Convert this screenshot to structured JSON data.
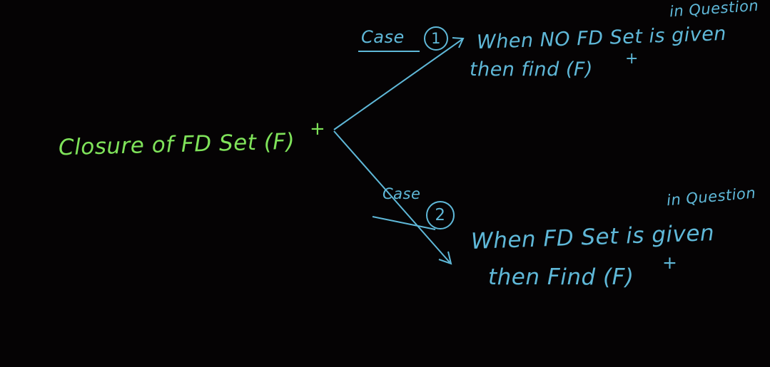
{
  "colors": {
    "background": "#050304",
    "root_ink": "#7fe35a",
    "branch_ink": "#5fb8d8"
  },
  "root": {
    "label": "Closure of FD Set (F)",
    "superscript": "+"
  },
  "case1": {
    "label": "Case",
    "number": "1",
    "line1": "When  NO FD Set is given",
    "note": "in Question",
    "line2": "then find (F)",
    "superscript": "+"
  },
  "case2": {
    "label": "Case",
    "number": "2",
    "note": "in Question",
    "line1": "When FD Set  is  given",
    "line2": "then Find (F)",
    "superscript": "+"
  }
}
